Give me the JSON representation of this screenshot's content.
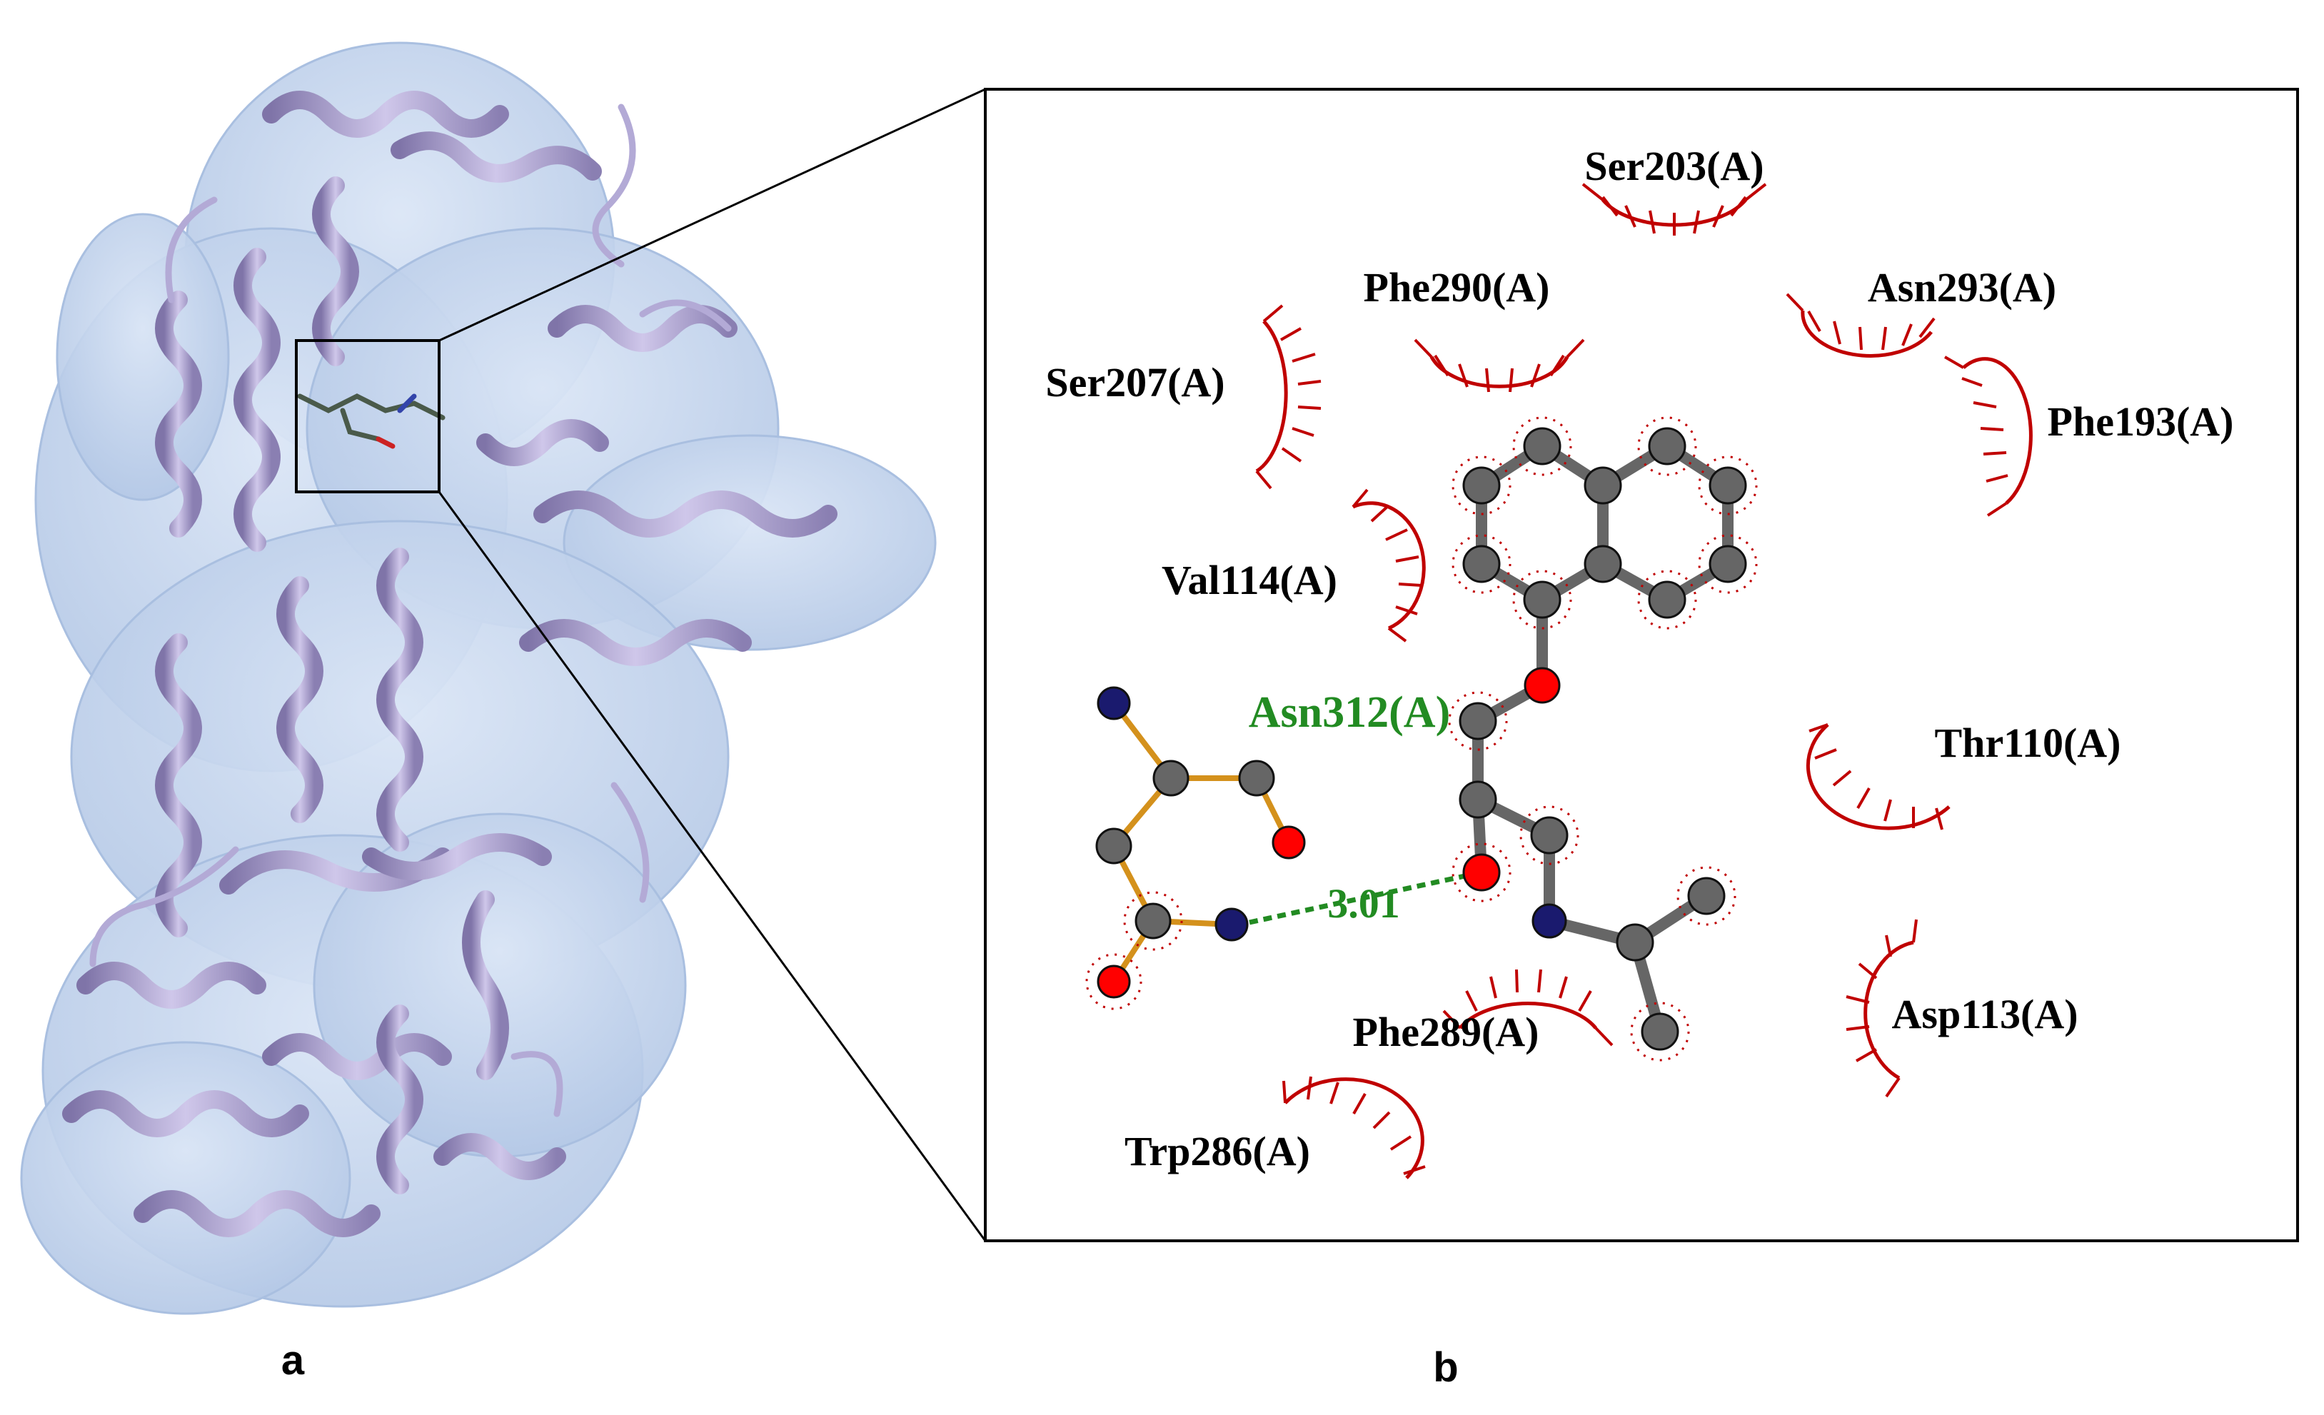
{
  "panels": {
    "left_letter": "a",
    "right_letter": "b"
  },
  "colors": {
    "surface": "#c8d8f0",
    "ribbon": "#9d92bd",
    "ribbon_light": "#c3bbe0",
    "hydrophobic_arc": "#c00000",
    "hbond": "#228b22",
    "carbon": "#666666",
    "oxygen": "#ff0000",
    "nitrogen": "#1a1a6e",
    "residue_bond": "#d4911c",
    "ligand_bond": "#666666"
  },
  "hydrophobic_residues": [
    "Ser203(A)",
    "Phe290(A)",
    "Asn293(A)",
    "Ser207(A)",
    "Phe193(A)",
    "Val114(A)",
    "Thr110(A)",
    "Phe289(A)",
    "Asp113(A)",
    "Trp286(A)"
  ],
  "hbond": {
    "residue": "Asn312(A)",
    "distance": "3.01"
  }
}
